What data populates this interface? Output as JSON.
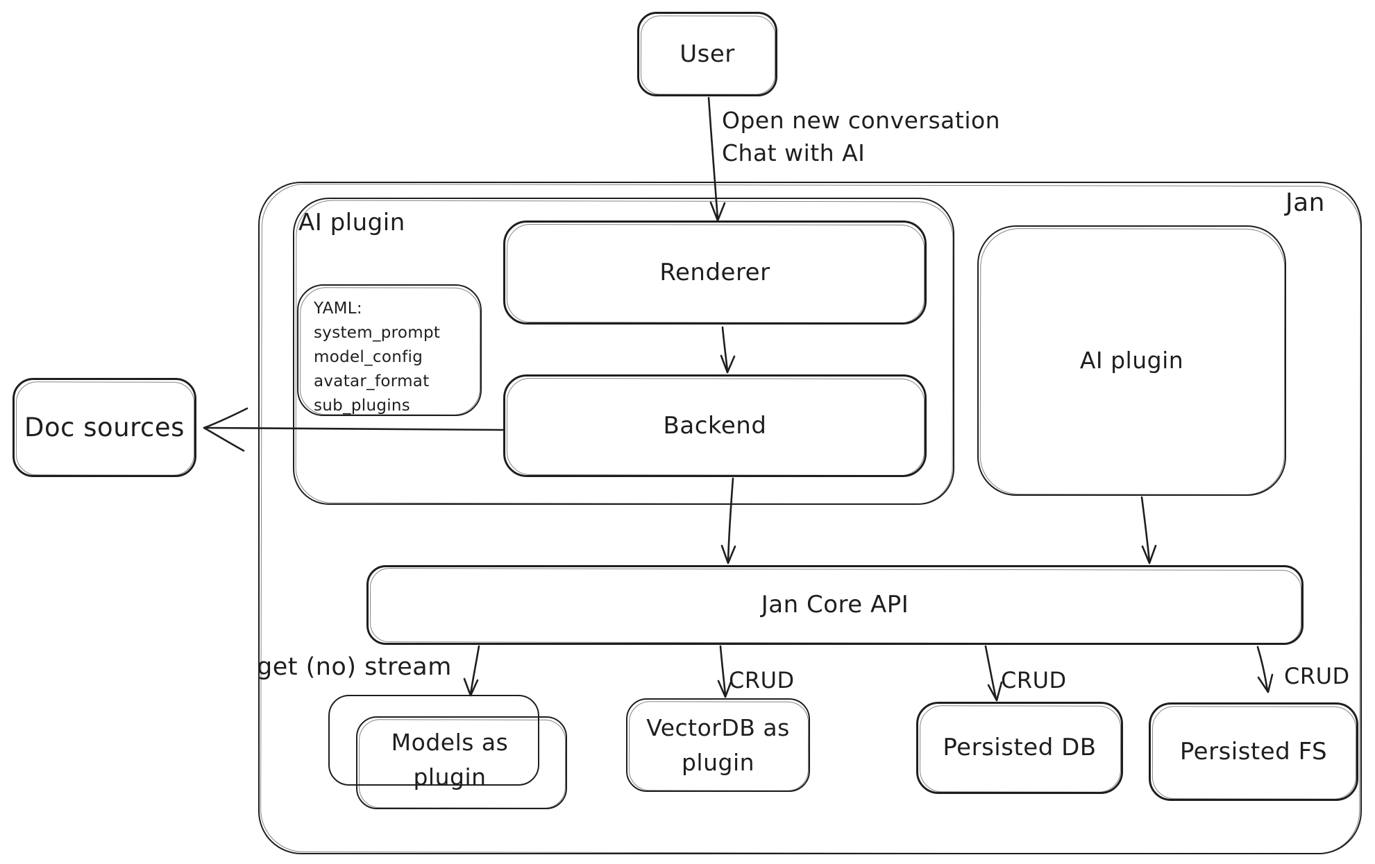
{
  "colors": {
    "stroke": "#1e1e1e",
    "background": "#ffffff"
  },
  "nodes": {
    "user": {
      "label": "User"
    },
    "jan_container": {
      "label": "Jan"
    },
    "ai_plugin_container": {
      "label": "AI plugin"
    },
    "renderer": {
      "label": "Renderer"
    },
    "yaml_note": {
      "title": "YAML:",
      "items": [
        "system_prompt",
        "model_config",
        "avatar_format",
        "sub_plugins"
      ]
    },
    "backend": {
      "label": "Backend"
    },
    "ai_plugin": {
      "label": "AI plugin"
    },
    "doc_sources": {
      "label": "Doc sources"
    },
    "jan_core_api": {
      "label": "Jan Core API"
    },
    "models_as_plugin": {
      "label": "Models as plugin"
    },
    "vectordb_as_plugin": {
      "label": "VectorDB as plugin"
    },
    "persisted_db": {
      "label": "Persisted DB"
    },
    "persisted_fs": {
      "label": "Persisted FS"
    }
  },
  "edges": {
    "user_to_jan": {
      "label_line1": "Open new conversation",
      "label_line2": "Chat with AI"
    },
    "jan_core_to_models": {
      "label": "get (no) stream"
    },
    "jan_core_to_vectordb": {
      "label": "CRUD"
    },
    "jan_core_to_persisted_db": {
      "label": "CRUD"
    },
    "jan_core_to_persisted_fs": {
      "label": "CRUD"
    }
  }
}
